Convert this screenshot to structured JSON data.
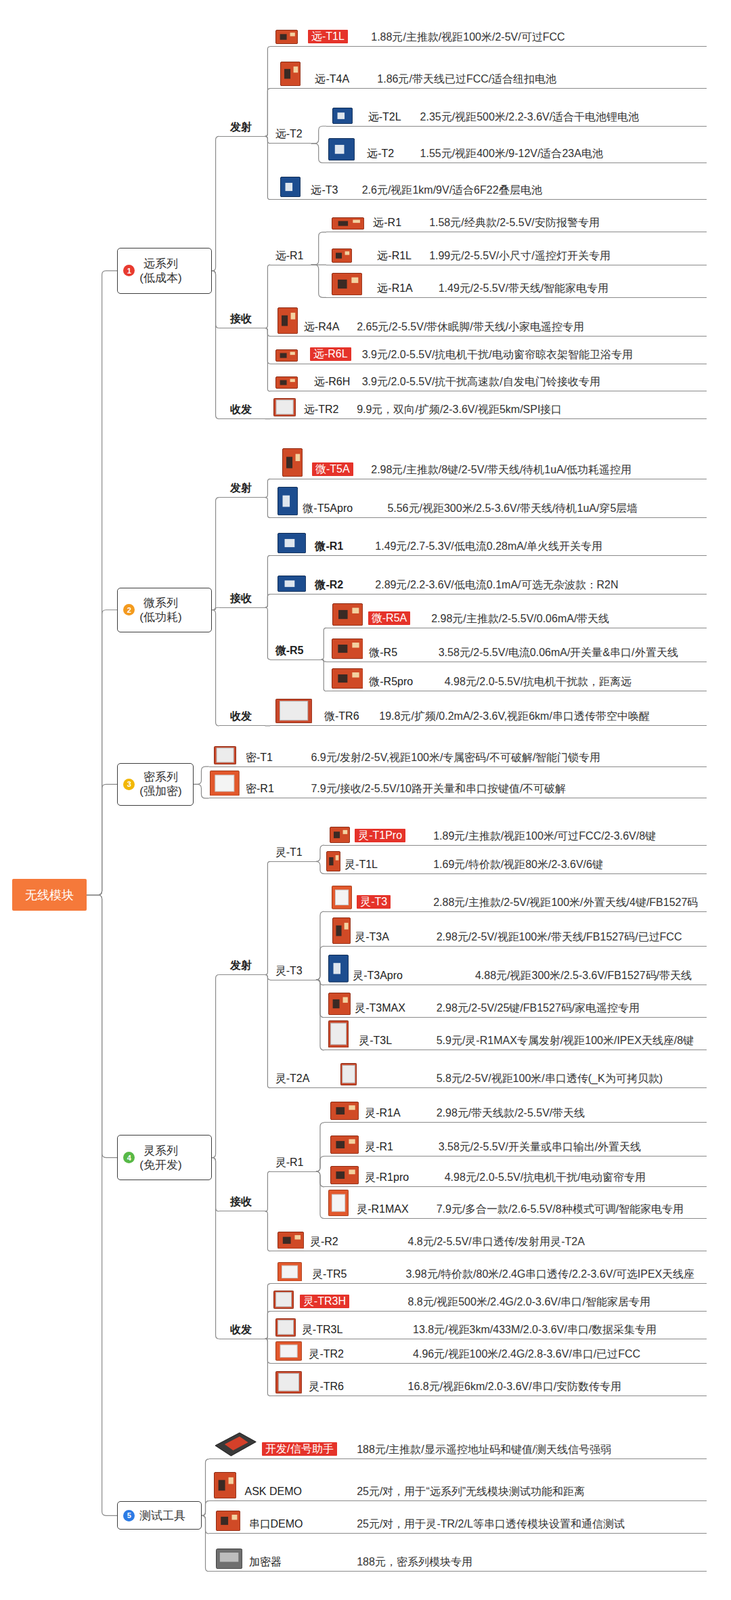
{
  "diagram": {
    "nodes": [
      {
        "text": [
          "无线模块"
        ]
      },
      {
        "text": [
          "远系列",
          "(低成本)"
        ]
      },
      {
        "text": [
          "发射"
        ]
      },
      {
        "text": [
          "远-T1L",
          "1.88元/主推款/视距100米/2-5V/可过FCC"
        ]
      },
      {
        "text": [
          "远-T4A",
          "1.86元/带天线已过FCC/适合纽扣电池"
        ]
      },
      {
        "text": [
          "远-T2"
        ]
      },
      {
        "text": [
          "远-T2L",
          "2.35元/视距500米/2.2-3.6V/适合干电池锂电池"
        ]
      },
      {
        "text": [
          "远-T2",
          "1.55元/视距400米/9-12V/适合23A电池"
        ]
      },
      {
        "text": [
          "远-T3",
          "2.6元/视距1km/9V/适合6F22叠层电池"
        ]
      },
      {
        "text": [
          "接收"
        ]
      },
      {
        "text": [
          "远-R1"
        ]
      },
      {
        "text": [
          "远-R1",
          "1.58元/经典款/2-5.5V/安防报警专用"
        ]
      },
      {
        "text": [
          "远-R1L",
          "1.99元/2-5.5V/小尺寸/遥控灯开关专用"
        ]
      },
      {
        "text": [
          "远-R1A",
          "1.49元/2-5.5V/带天线/智能家电专用"
        ]
      },
      {
        "text": [
          "远-R4A",
          "2.65元/2-5.5V/带休眠脚/带天线/小家电遥控专用"
        ]
      },
      {
        "text": [
          "远-R6L",
          "3.9元/2.0-5.5V/抗电机干扰/电动窗帘晾衣架智能卫浴专用"
        ]
      },
      {
        "text": [
          "远-R6H",
          "3.9元/2.0-5.5V/抗干扰高速款/自发电门铃接收专用"
        ]
      },
      {
        "text": [
          "收发"
        ]
      },
      {
        "text": [
          "远-TR2",
          "9.9元，双向/扩频/2-3.6V/视距5km/SPI接口"
        ]
      },
      {
        "text": [
          "微系列",
          "(低功耗)"
        ]
      },
      {
        "text": [
          "发射"
        ]
      },
      {
        "text": [
          "微-T5A",
          "2.98元/主推款/8键/2-5V/带天线/待机1uA/低功耗遥控用"
        ]
      },
      {
        "text": [
          "微-T5Apro",
          "5.56元/视距300米/2.5-3.6V/带天线/待机1uA/穿5层墙"
        ]
      },
      {
        "text": [
          "接收"
        ]
      },
      {
        "text": [
          "微-R1",
          "1.49元/2.7-5.3V/低电流0.28mA/单火线开关专用"
        ]
      },
      {
        "text": [
          "微-R2",
          "2.89元/2.2-3.6V/低电流0.1mA/可选无杂波款：R2N"
        ]
      },
      {
        "text": [
          "微-R5"
        ]
      },
      {
        "text": [
          "微-R5A",
          "2.98元/主推款/2-5.5V/0.06mA/带天线"
        ]
      },
      {
        "text": [
          "微-R5",
          "3.58元/2-5.5V/电流0.06mA/开关量&串口/外置天线"
        ]
      },
      {
        "text": [
          "微-R5pro",
          "4.98元/2.0-5.5V/抗电机干扰款，距离远"
        ]
      },
      {
        "text": [
          "收发"
        ]
      },
      {
        "text": [
          "微-TR6",
          "19.8元/扩频/0.2mA/2-3.6V,视距6km/串口透传带空中唤醒"
        ]
      },
      {
        "text": [
          "密系列",
          "(强加密)"
        ]
      },
      {
        "text": [
          "密-T1",
          "6.9元/发射/2-5V,视距100米/专属密码/不可破解/智能门锁专用"
        ]
      },
      {
        "text": [
          "密-R1",
          "7.9元/接收/2-5.5V/10路开关量和串口按键值/不可破解"
        ]
      },
      {
        "text": [
          "灵系列",
          "(免开发)"
        ]
      },
      {
        "text": [
          "发射"
        ]
      },
      {
        "text": [
          "灵-T1"
        ]
      },
      {
        "text": [
          "灵-T1Pro",
          "1.89元/主推款/视距100米/可过FCC/2-3.6V/8键"
        ]
      },
      {
        "text": [
          "灵-T1L",
          "1.69元/特价款/视距80米/2-3.6V/6键"
        ]
      },
      {
        "text": [
          "灵-T3"
        ]
      },
      {
        "text": [
          "灵-T3",
          "2.88元/主推款/2-5V/视距100米/外置天线/4键/FB1527码"
        ]
      },
      {
        "text": [
          "灵-T3A",
          "2.98元/2-5V/视距100米/带天线/FB1527码/已过FCC"
        ]
      },
      {
        "text": [
          "灵-T3Apro",
          "4.88元/视距300米/2.5-3.6V/FB1527码/带天线"
        ]
      },
      {
        "text": [
          "灵-T3MAX",
          "2.98元/2-5V/25键/FB1527码/家电遥控专用"
        ]
      },
      {
        "text": [
          "灵-T3L",
          "5.9元/灵-R1MAX专属发射/视距100米/IPEX天线座/8键"
        ]
      },
      {
        "text": [
          "灵-T2A",
          "5.8元/2-5V/视距100米/串口透传(_K为可拷贝款)"
        ]
      },
      {
        "text": [
          "接收"
        ]
      },
      {
        "text": [
          "灵-R1"
        ]
      },
      {
        "text": [
          "灵-R1A",
          "2.98元/带天线款/2-5.5V/带天线"
        ]
      },
      {
        "text": [
          "灵-R1",
          "3.58元/2-5.5V/开关量或串口输出/外置天线"
        ]
      },
      {
        "text": [
          "灵-R1pro",
          "4.98元/2.0-5.5V/抗电机干扰/电动窗帘专用"
        ]
      },
      {
        "text": [
          "灵-R1MAX",
          "7.9元/多合一款/2.6-5.5V/8种模式可调/智能家电专用"
        ]
      },
      {
        "text": [
          "灵-R2",
          "4.8元/2-5.5V/串口透传/发射用灵-T2A"
        ]
      },
      {
        "text": [
          "收发"
        ]
      },
      {
        "text": [
          "灵-TR5",
          "3.98元/特价款/80米/2.4G串口透传/2.2-3.6V/可选IPEX天线座"
        ]
      },
      {
        "text": [
          "灵-TR3H",
          "8.8元/视距500米/2.4G/2.0-3.6V/串口/智能家居专用"
        ]
      },
      {
        "text": [
          "灵-TR3L",
          "13.8元/视距3km/433M/2.0-3.6V/串口/数据采集专用"
        ]
      },
      {
        "text": [
          "灵-TR2",
          "4.96元/视距100米/2.4G/2.8-3.6V/串口/已过FCC"
        ]
      },
      {
        "text": [
          "灵-TR6",
          "16.8元/视距6km/2.0-3.6V/串口/安防数传专用"
        ]
      },
      {
        "text": [
          "测试工具"
        ]
      },
      {
        "text": [
          "开发/信号助手",
          "188元/主推款/显示遥控地址码和键值/测天线信号强弱"
        ]
      },
      {
        "text": [
          "ASK DEMO",
          "25元/对，用于“远系列”无线模块测试功能和距离"
        ]
      },
      {
        "text": [
          "串口DEMO",
          "25元/对，用于灵-TR/2/L等串口透传模块设置和通信测试"
        ]
      },
      {
        "text": [
          "加密器",
          "188元，密系列模块专用"
        ]
      }
    ],
    "edges": [
      {
        "from": 0,
        "to": 1,
        "arrow": "none"
      },
      {
        "from": 0,
        "to": 19,
        "arrow": "none"
      },
      {
        "from": 0,
        "to": 32,
        "arrow": "none"
      },
      {
        "from": 0,
        "to": 35,
        "arrow": "none"
      },
      {
        "from": 0,
        "to": 60,
        "arrow": "none"
      },
      {
        "from": 1,
        "to": 2,
        "arrow": "none"
      },
      {
        "from": 1,
        "to": 9,
        "arrow": "none"
      },
      {
        "from": 1,
        "to": 17,
        "arrow": "none"
      },
      {
        "from": 2,
        "to": 3,
        "arrow": "none"
      },
      {
        "from": 2,
        "to": 4,
        "arrow": "none"
      },
      {
        "from": 2,
        "to": 5,
        "arrow": "none"
      },
      {
        "from": 2,
        "to": 8,
        "arrow": "none"
      },
      {
        "from": 5,
        "to": 6,
        "arrow": "none"
      },
      {
        "from": 5,
        "to": 7,
        "arrow": "none"
      },
      {
        "from": 9,
        "to": 10,
        "arrow": "none"
      },
      {
        "from": 9,
        "to": 14,
        "arrow": "none"
      },
      {
        "from": 9,
        "to": 15,
        "arrow": "none"
      },
      {
        "from": 9,
        "to": 16,
        "arrow": "none"
      },
      {
        "from": 10,
        "to": 11,
        "arrow": "none"
      },
      {
        "from": 10,
        "to": 12,
        "arrow": "none"
      },
      {
        "from": 10,
        "to": 13,
        "arrow": "none"
      },
      {
        "from": 17,
        "to": 18,
        "arrow": "none"
      },
      {
        "from": 19,
        "to": 20,
        "arrow": "none"
      },
      {
        "from": 19,
        "to": 23,
        "arrow": "none"
      },
      {
        "from": 19,
        "to": 30,
        "arrow": "none"
      },
      {
        "from": 20,
        "to": 21,
        "arrow": "none"
      },
      {
        "from": 20,
        "to": 22,
        "arrow": "none"
      },
      {
        "from": 23,
        "to": 24,
        "arrow": "none"
      },
      {
        "from": 23,
        "to": 25,
        "arrow": "none"
      },
      {
        "from": 23,
        "to": 26,
        "arrow": "none"
      },
      {
        "from": 26,
        "to": 27,
        "arrow": "none"
      },
      {
        "from": 26,
        "to": 28,
        "arrow": "none"
      },
      {
        "from": 26,
        "to": 29,
        "arrow": "none"
      },
      {
        "from": 30,
        "to": 31,
        "arrow": "none"
      },
      {
        "from": 32,
        "to": 33,
        "arrow": "none"
      },
      {
        "from": 32,
        "to": 34,
        "arrow": "none"
      },
      {
        "from": 35,
        "to": 36,
        "arrow": "none"
      },
      {
        "from": 35,
        "to": 47,
        "arrow": "none"
      },
      {
        "from": 35,
        "to": 54,
        "arrow": "none"
      },
      {
        "from": 36,
        "to": 37,
        "arrow": "none"
      },
      {
        "from": 36,
        "to": 40,
        "arrow": "none"
      },
      {
        "from": 36,
        "to": 46,
        "arrow": "none"
      },
      {
        "from": 37,
        "to": 38,
        "arrow": "none"
      },
      {
        "from": 37,
        "to": 39,
        "arrow": "none"
      },
      {
        "from": 40,
        "to": 41,
        "arrow": "none"
      },
      {
        "from": 40,
        "to": 42,
        "arrow": "none"
      },
      {
        "from": 40,
        "to": 43,
        "arrow": "none"
      },
      {
        "from": 40,
        "to": 44,
        "arrow": "none"
      },
      {
        "from": 40,
        "to": 45,
        "arrow": "none"
      },
      {
        "from": 47,
        "to": 48,
        "arrow": "none"
      },
      {
        "from": 47,
        "to": 53,
        "arrow": "none"
      },
      {
        "from": 48,
        "to": 49,
        "arrow": "none"
      },
      {
        "from": 48,
        "to": 50,
        "arrow": "none"
      },
      {
        "from": 48,
        "to": 51,
        "arrow": "none"
      },
      {
        "from": 48,
        "to": 52,
        "arrow": "none"
      },
      {
        "from": 54,
        "to": 55,
        "arrow": "none"
      },
      {
        "from": 54,
        "to": 56,
        "arrow": "none"
      },
      {
        "from": 54,
        "to": 57,
        "arrow": "none"
      },
      {
        "from": 54,
        "to": 58,
        "arrow": "none"
      },
      {
        "from": 54,
        "to": 59,
        "arrow": "none"
      },
      {
        "from": 60,
        "to": 61,
        "arrow": "none"
      },
      {
        "from": 60,
        "to": 62,
        "arrow": "none"
      },
      {
        "from": 60,
        "to": 63,
        "arrow": "none"
      },
      {
        "from": 60,
        "to": 64,
        "arrow": "none"
      }
    ],
    "labels": [
      "1",
      "2",
      "3",
      "4",
      "5"
    ]
  }
}
